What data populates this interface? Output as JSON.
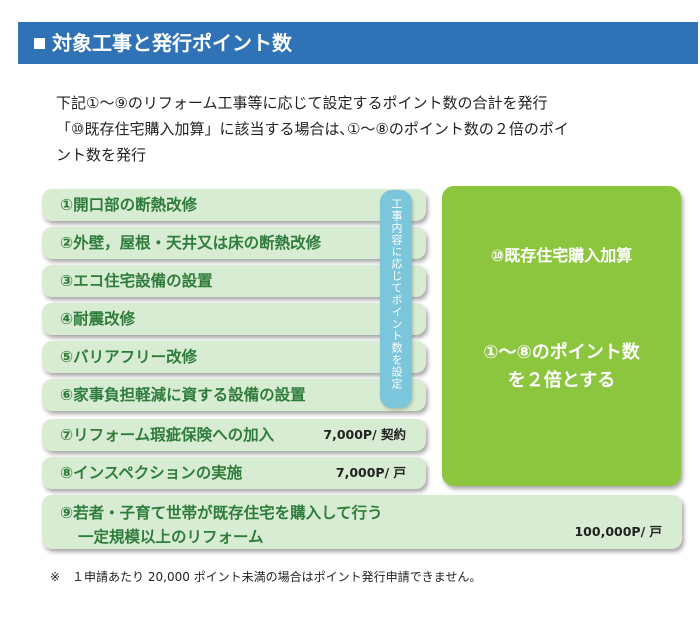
{
  "header": {
    "title": "対象工事と発行ポイント数"
  },
  "intro": {
    "line1": "下記①～⑨のリフォーム工事等に応じて設定するポイント数の合計を発行",
    "line2": "「⑩既存住宅購入加算」に該当する場合は､①～⑧のポイント数の２倍のポイ",
    "line3": "ント数を発行"
  },
  "items": [
    {
      "label": "①開口部の断熱改修",
      "value": ""
    },
    {
      "label": "②外壁，屋根・天井又は床の断熱改修",
      "value": ""
    },
    {
      "label": "③エコ住宅設備の設置",
      "value": ""
    },
    {
      "label": "④耐震改修",
      "value": ""
    },
    {
      "label": "⑤バリアフリー改修",
      "value": ""
    },
    {
      "label": "⑥家事負担軽減に資する設備の設置",
      "value": ""
    },
    {
      "label": "⑦リフォーム瑕疵保険への加入",
      "value": "7,000P/ 契約"
    },
    {
      "label": "⑧インスペクションの実施",
      "value": "7,000P/ 戸"
    }
  ],
  "vertical_note": "工事内容に応じてポイント数を設定",
  "bonus": {
    "title": "⑩既存住宅購入加算",
    "body_line1": "①～⑧のポイント数",
    "body_line2": "を２倍とする"
  },
  "item9": {
    "line1": "⑨若者・子育て世帯が既存住宅を購入して行う",
    "line2": "一定規模以上のリフォーム",
    "value": "100,000P/ 戸"
  },
  "footnote": "※　１申請あたり 20,000 ポイント未満の場合はポイント発行申請できません。"
}
